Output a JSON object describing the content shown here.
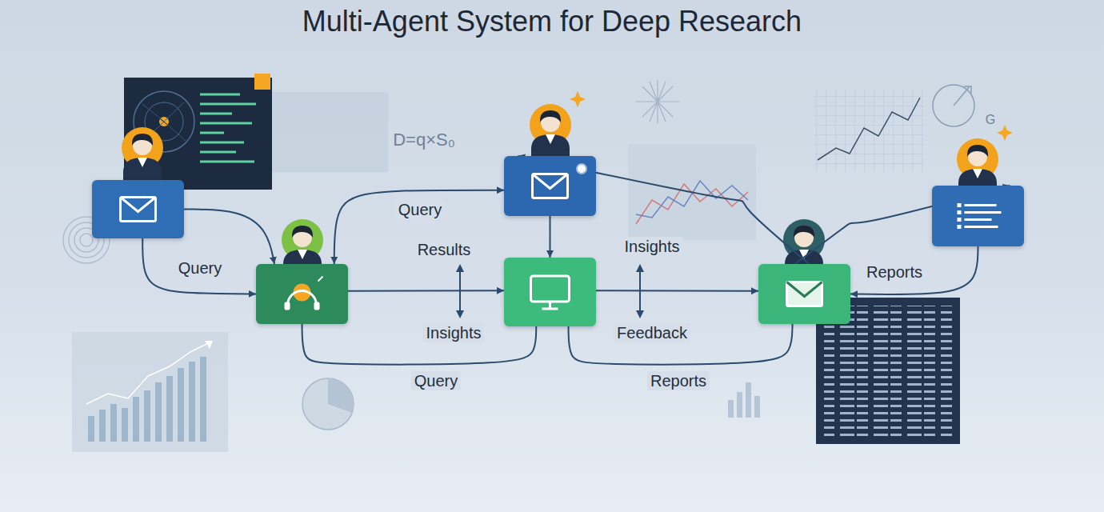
{
  "diagram": {
    "title": "Multi-Agent System for Deep Research",
    "nodes": [
      {
        "text": []
      },
      {
        "text": []
      },
      {
        "text": []
      },
      {
        "text": []
      },
      {
        "text": []
      },
      {
        "text": []
      }
    ],
    "edges": [
      {
        "from": 0,
        "to": 1,
        "arrow": "to"
      },
      {
        "from": 0,
        "to": 1,
        "label": "Query",
        "arrow": "to"
      },
      {
        "from": 1,
        "to": 2,
        "label": "Query",
        "arrow": "both"
      },
      {
        "from": 2,
        "to": 3,
        "arrow": "to"
      },
      {
        "from": 1,
        "to": 3,
        "label": "Results",
        "arrow": "to"
      },
      {
        "from": 1,
        "to": 3,
        "label": "Query",
        "arrow": "none"
      },
      {
        "from": 3,
        "to": 4,
        "label": "Insights",
        "arrow": "to"
      },
      {
        "from": 4,
        "to": 2,
        "arrow": "both"
      },
      {
        "from": 3,
        "to": 4,
        "label": "Reports",
        "arrow": "none"
      },
      {
        "from": 4,
        "to": 5,
        "arrow": "both"
      },
      {
        "from": 5,
        "to": 4,
        "label": "Reports",
        "arrow": "to"
      }
    ],
    "labels": [
      "Insights",
      "Feedback",
      "D=q×S₀",
      "G"
    ]
  }
}
